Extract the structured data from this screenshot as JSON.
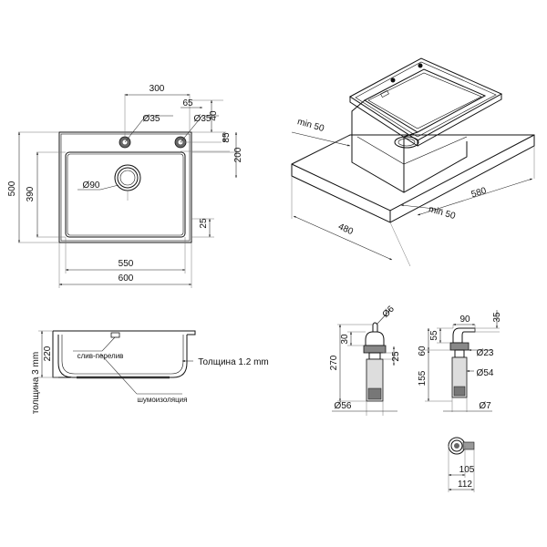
{
  "top_view": {
    "d_300": "300",
    "d_65": "65",
    "d_35a": "Ø35",
    "d_35b": "Ø35",
    "d_40": "40",
    "d_85": "85",
    "d_200": "200",
    "d_500": "500",
    "d_390": "390",
    "d_90": "Ø90",
    "d_25": "25",
    "d_550": "550",
    "d_600": "600"
  },
  "perspective": {
    "min_left": "min 50",
    "min_right": "min 50",
    "d_480": "480",
    "d_580": "580"
  },
  "section": {
    "d_220": "220",
    "wall": "толщина 3 mm",
    "overflow": "слив-перелив",
    "thickness": "Толщина 1.2 mm",
    "noise": "шумоизоляция"
  },
  "dispenser_1": {
    "d_6": "Ø6",
    "d_30": "30",
    "d_270": "270",
    "d_25": "25",
    "d_56": "Ø56"
  },
  "dispenser_2": {
    "d_90": "90",
    "d_35": "35",
    "d_55": "55",
    "d_60": "60",
    "d_23": "Ø23",
    "d_155": "155",
    "d_54": "Ø54",
    "d_7": "Ø7"
  },
  "detail": {
    "d_105": "105",
    "d_112": "112"
  }
}
